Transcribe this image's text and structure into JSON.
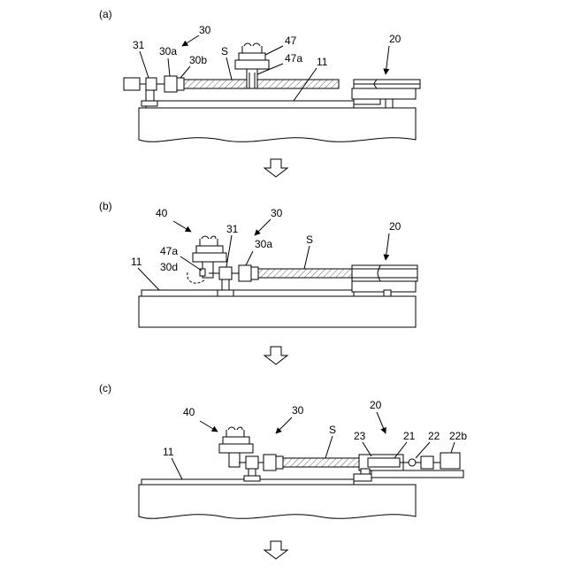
{
  "panels": [
    {
      "id": "a",
      "label": "(a)",
      "refs": {
        "r30": "30",
        "r31": "31",
        "r30a": "30a",
        "r30b": "30b",
        "rS": "S",
        "r47": "47",
        "r47a": "47a",
        "r11": "11",
        "r20": "20"
      }
    },
    {
      "id": "b",
      "label": "(b)",
      "refs": {
        "r40": "40",
        "r31": "31",
        "r30": "30",
        "r30a": "30a",
        "r47a": "47a",
        "r30d": "30d",
        "rS": "S",
        "r20": "20",
        "r11": "11"
      }
    },
    {
      "id": "c",
      "label": "(c)",
      "refs": {
        "r40": "40",
        "r30": "30",
        "r20": "20",
        "rS": "S",
        "r11": "11",
        "r23": "23",
        "r21": "21",
        "r22": "22",
        "r22b": "22b"
      }
    }
  ]
}
